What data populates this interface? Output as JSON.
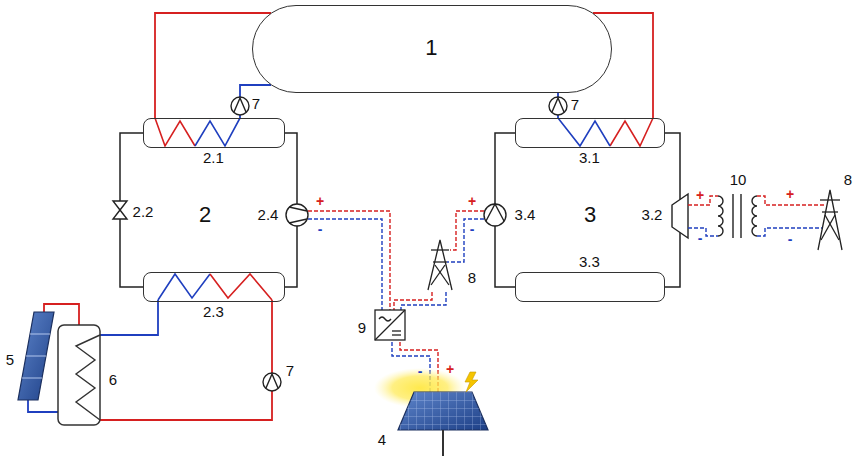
{
  "diagram": {
    "nodes": [
      {
        "text": [
          "1"
        ]
      },
      {
        "text": [
          "2.1"
        ]
      },
      {
        "text": [
          "2.3"
        ]
      },
      {
        "text": [
          "3.1"
        ]
      },
      {
        "text": [
          "3.3"
        ]
      }
    ],
    "edges": [
      {
        "from": 0,
        "to": 1,
        "arrow": "none"
      },
      {
        "from": 1,
        "to": 0,
        "arrow": "none"
      },
      {
        "from": 0,
        "to": 3,
        "arrow": "none"
      },
      {
        "from": 3,
        "to": 0,
        "arrow": "none"
      },
      {
        "from": 1,
        "to": 2,
        "arrow": "none"
      },
      {
        "from": 2,
        "to": 1,
        "arrow": "none"
      },
      {
        "from": 3,
        "to": 4,
        "arrow": "none"
      },
      {
        "from": 4,
        "to": 3,
        "arrow": "none"
      }
    ],
    "labels": [
      "2",
      "2.2",
      "2.4",
      "3",
      "3.4",
      "3.2",
      "7",
      "7",
      "7",
      "8",
      "8",
      "10",
      "9",
      "4",
      "5",
      "6",
      "+",
      "-",
      "+",
      "-",
      "+",
      "-",
      "+",
      "-",
      "+",
      "-"
    ]
  }
}
